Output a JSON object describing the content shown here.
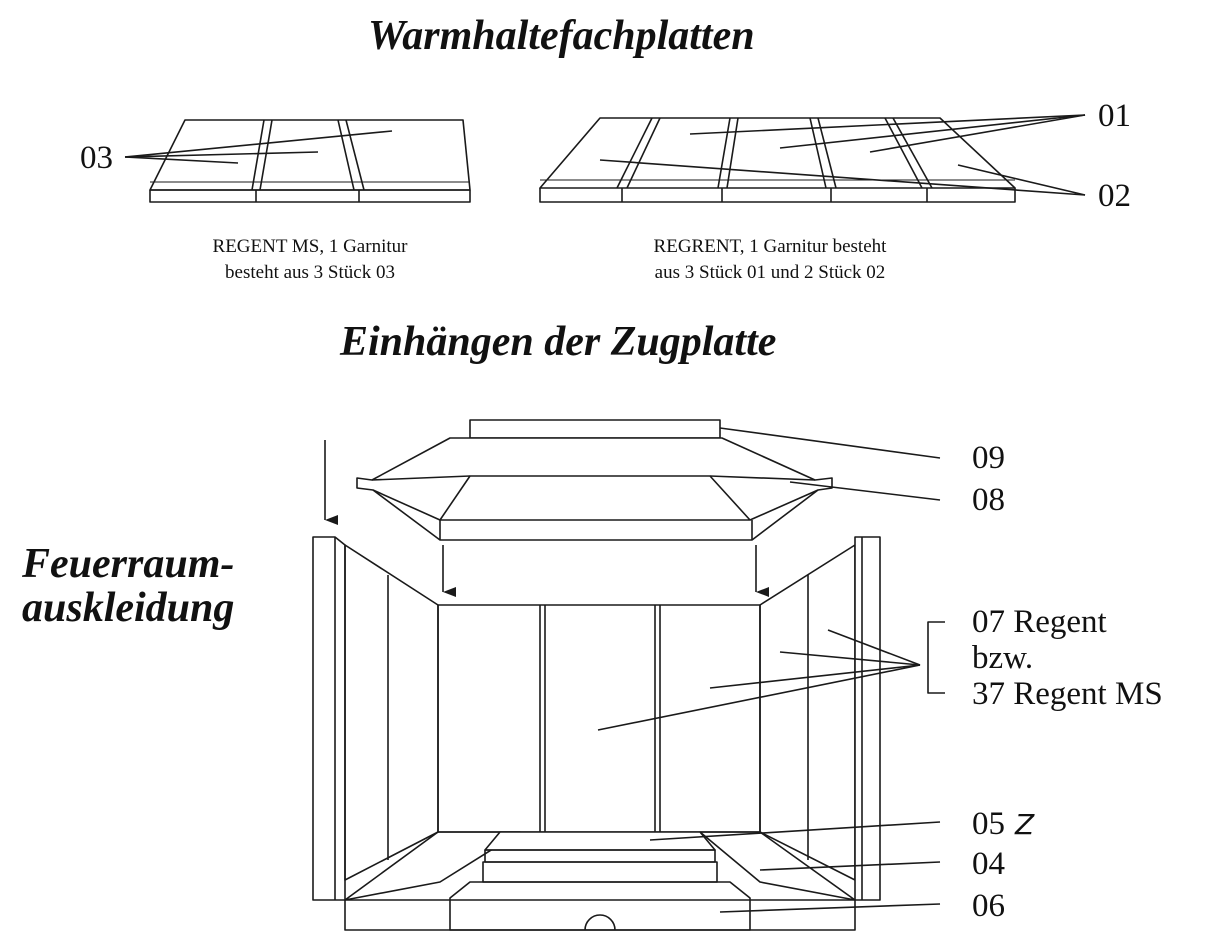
{
  "titles": {
    "top": "Warmhaltefachplatten",
    "middle": "Einhängen der Zugplatte",
    "side_line1": "Feuerraum-",
    "side_line2": "auskleidung"
  },
  "captions": {
    "left_line1": "REGENT MS, 1 Garnitur",
    "left_line2": "besteht aus 3 Stück 03",
    "right_line1": "REGRENT, 1 Garnitur besteht",
    "right_line2": "aus 3 Stück 01 und 2 Stück 02"
  },
  "labels": {
    "p01": "01",
    "p02": "02",
    "p03": "03",
    "p09": "09",
    "p08": "08",
    "p07": "07 Regent",
    "bzw": "bzw.",
    "p37": "37 Regent MS",
    "p05": "05",
    "p05_note": "Z",
    "p04": "04",
    "p06": "06"
  }
}
